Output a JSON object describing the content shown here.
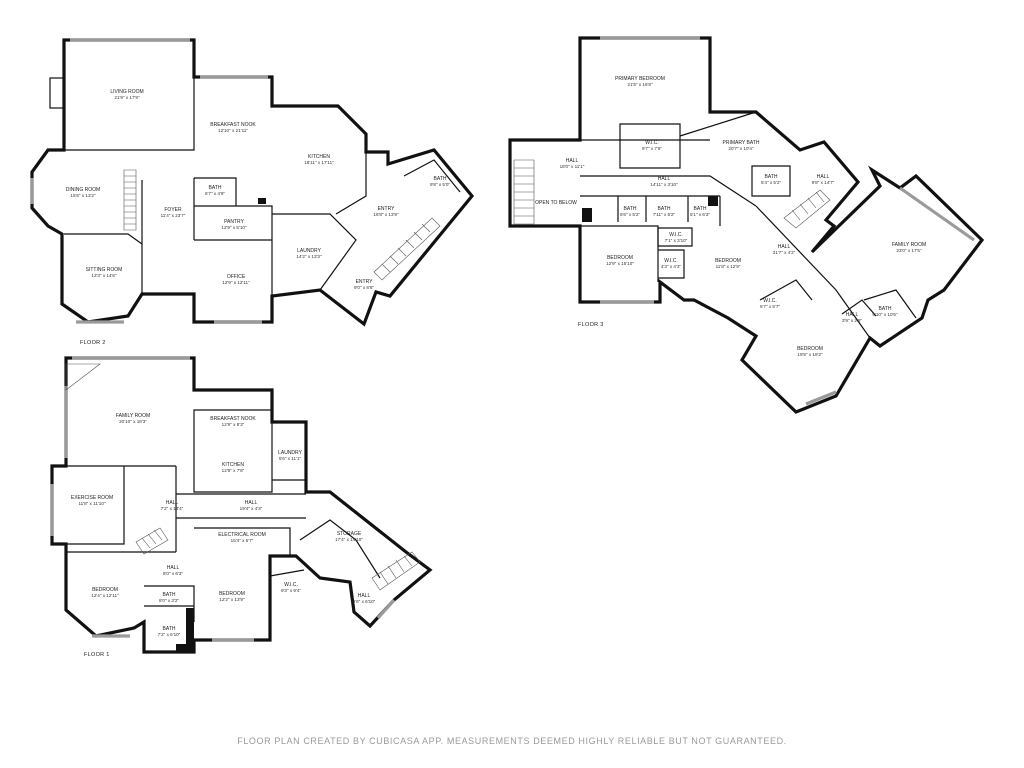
{
  "floor_2": {
    "label": "FLOOR 2",
    "rooms": [
      {
        "name": "LIVING ROOM",
        "dim": "21'9\" x 17'9\""
      },
      {
        "name": "BREAKFAST NOOK",
        "dim": "12'10\" x 21'11\""
      },
      {
        "name": "DINING ROOM",
        "dim": "15'6\" x 13'2\""
      },
      {
        "name": "KITCHEN",
        "dim": "18'11\" x 17'11\""
      },
      {
        "name": "FOYER",
        "dim": "11'4\" x 23'7\""
      },
      {
        "name": "BATH",
        "dim": "6'7\" x 4'9\""
      },
      {
        "name": "PANTRY",
        "dim": "12'9\" x 5'10\""
      },
      {
        "name": "SITTING ROOM",
        "dim": "13'3\" x 14'6\""
      },
      {
        "name": "OFFICE",
        "dim": "12'9\" x 12'11\""
      },
      {
        "name": "LAUNDRY",
        "dim": "14'2\" x 13'3\""
      },
      {
        "name": "ENTRY",
        "dim": "16'8\" x 13'9\""
      },
      {
        "name": "BATH",
        "dim": "9'8\" x 5'0\""
      },
      {
        "name": "ENTRY",
        "dim": "9'0\" x 8'8\""
      }
    ]
  },
  "floor_3": {
    "label": "FLOOR 3",
    "rooms": [
      {
        "name": "PRIMARY BEDROOM",
        "dim": "21'5\" x 16'8\""
      },
      {
        "name": "W.I.C.",
        "dim": "9'7\" x 7'6\""
      },
      {
        "name": "PRIMARY BATH",
        "dim": "20'7\" x 10'4\""
      },
      {
        "name": "HALL",
        "dim": "18'0\" x 11'1\""
      },
      {
        "name": "HALL",
        "dim": "14'11\" x 3'10\""
      },
      {
        "name": "BATH",
        "dim": "5'4\" x 5'2\""
      },
      {
        "name": "HALL",
        "dim": "9'8\" x 14'7\""
      },
      {
        "name": "OPEN TO BELOW",
        "dim": ""
      },
      {
        "name": "BATH",
        "dim": "5'6\" x 5'2\""
      },
      {
        "name": "BATH",
        "dim": "7'11\" x 5'2\""
      },
      {
        "name": "BATH",
        "dim": "5'1\" x 6'3\""
      },
      {
        "name": "W.I.C.",
        "dim": "7'1\" x 3'10\""
      },
      {
        "name": "BEDROOM",
        "dim": "12'9\" x 15'10\""
      },
      {
        "name": "W.I.C.",
        "dim": "4'3\" x 4'3\""
      },
      {
        "name": "BEDROOM",
        "dim": "11'8\" x 12'9\""
      },
      {
        "name": "HALL",
        "dim": "31'7\" x 4'2\""
      },
      {
        "name": "FAMILY ROOM",
        "dim": "23'0\" x 17'5\""
      },
      {
        "name": "W.I.C.",
        "dim": "5'7\" x 5'7\""
      },
      {
        "name": "HALL",
        "dim": "3'9\" x 2'9\""
      },
      {
        "name": "BATH",
        "dim": "9'10\" x 10'6\""
      },
      {
        "name": "BEDROOM",
        "dim": "19'5\" x 19'2\""
      }
    ]
  },
  "floor_1": {
    "label": "FLOOR 1",
    "rooms": [
      {
        "name": "FAMILY ROOM",
        "dim": "20'10\" x 18'3\""
      },
      {
        "name": "BREAKFAST NOOK",
        "dim": "12'9\" x 8'3\""
      },
      {
        "name": "KITCHEN",
        "dim": "12'9\" x 7'8\""
      },
      {
        "name": "LAUNDRY",
        "dim": "5'6\" x 11'1\""
      },
      {
        "name": "EXERCISE ROOM",
        "dim": "11'8\" x 11'10\""
      },
      {
        "name": "HALL",
        "dim": "7'2\" x 13'4\""
      },
      {
        "name": "HALL",
        "dim": "19'4\" x 4'3\""
      },
      {
        "name": "ELECTRICAL ROOM",
        "dim": "15'4\" x 5'7\""
      },
      {
        "name": "STORAGE",
        "dim": "17'4\" x 14'10\""
      },
      {
        "name": "HALL",
        "dim": "8'0\" x 6'3\""
      },
      {
        "name": "BEDROOM",
        "dim": "12'4\" x 12'11\""
      },
      {
        "name": "BEDROOM",
        "dim": "12'2\" x 13'9\""
      },
      {
        "name": "W.I.C.",
        "dim": "9'3\" x 9'4\""
      },
      {
        "name": "BATH",
        "dim": "8'0\" x 3'2\""
      },
      {
        "name": "BATH",
        "dim": "7'2\" x 6'10\""
      },
      {
        "name": "HALL",
        "dim": "9'6\" x 6'10\""
      }
    ]
  },
  "footer": {
    "disclaimer": "FLOOR PLAN CREATED BY CUBICASA APP. MEASUREMENTS DEEMED HIGHLY RELIABLE BUT NOT GUARANTEED."
  },
  "colors": {
    "wall": "#111111",
    "window": "#9a9a9a",
    "text": "#222222",
    "footer": "#9a9a9a"
  }
}
